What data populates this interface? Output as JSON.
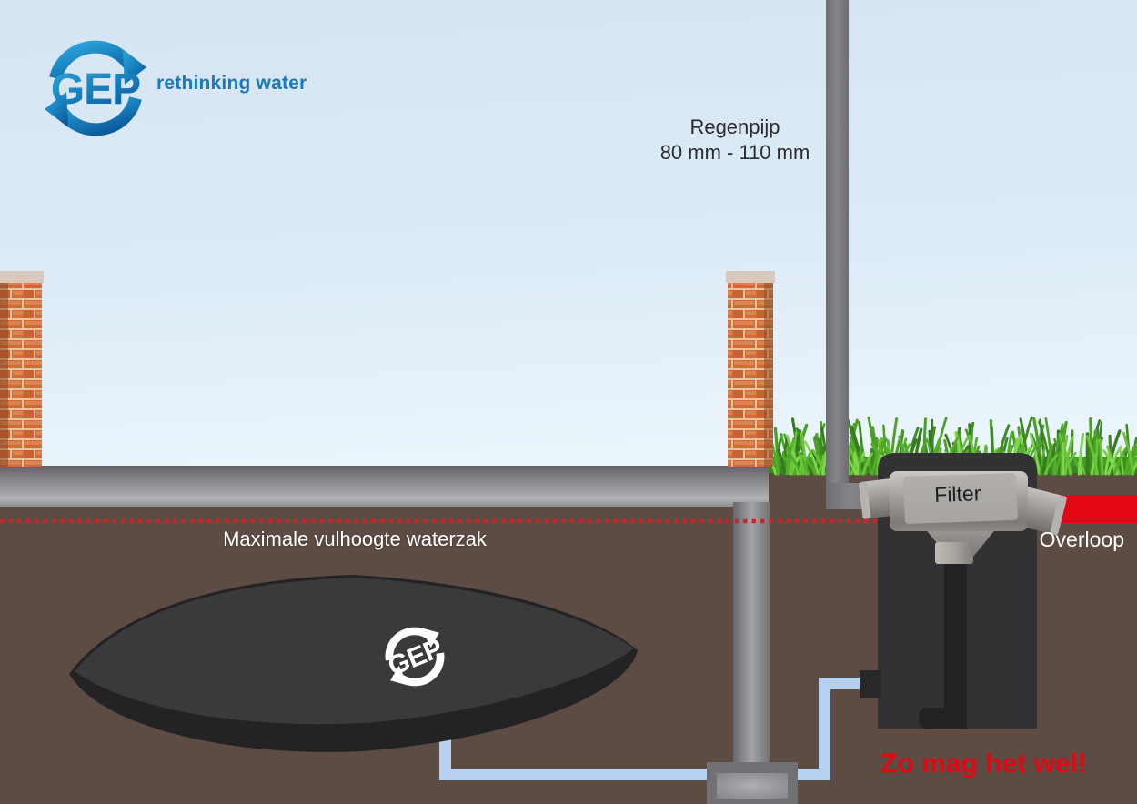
{
  "brand": {
    "logo_text": "GEP",
    "tagline": "rethinking water",
    "logo_icon": "circular-recycle-arrows-logo"
  },
  "annotations": {
    "rain_pipe_line1": "Regenpijp",
    "rain_pipe_line2": "80 mm - 110 mm",
    "max_fill_label": "Maximale vulhoogte waterzak",
    "filter_label": "Filter",
    "overflow_label": "Overloop",
    "caption": "Zo mag het wel!",
    "bag_logo_text": "GEP"
  },
  "colors": {
    "sky_top": "#d6e4f2",
    "sky_bottom": "#eaf4fb",
    "earth": "#5c4c43",
    "pavement_mid": "#909094",
    "downpipe_gray": "#78787c",
    "brick": "#cd6a36",
    "brick_highlight": "#dd8350",
    "mortar": "#e9c2a2",
    "pillar_cap": "#d9c8bb",
    "grass_dark": "#3c8a22",
    "grass_mid": "#55ad2c",
    "grass_light": "#7fd84b",
    "bag_top": "#3a3a3d",
    "bag_shadow": "#232326",
    "shaft": "#323235",
    "inner_pipe": "#222225",
    "blue_pipe": "#b6d1ef",
    "accent_red": "#e30613",
    "dashed_red": "#c9262c",
    "brand_blue": "#1a79b6",
    "text_dark": "#2c2c2e",
    "filter_gray": "#a6a3a0"
  }
}
